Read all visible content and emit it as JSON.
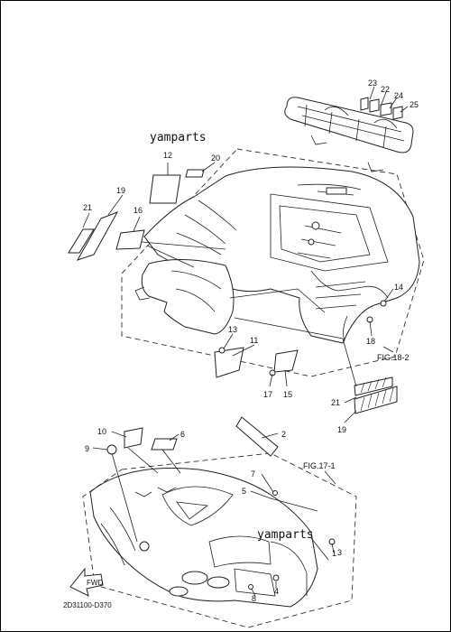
{
  "watermarks": [
    "yamparts",
    "yamparts"
  ],
  "diagram_code": "2D31100-D370",
  "fig_refs": [
    "FIG.18-2",
    "FIG.17-1"
  ],
  "fwd_label": "FWD",
  "callouts": [
    "1",
    "2",
    "3",
    "4",
    "5",
    "6",
    "7",
    "8",
    "9",
    "10",
    "11",
    "12",
    "13",
    "14",
    "15",
    "16",
    "17",
    "18",
    "19",
    "20",
    "21",
    "22",
    "23",
    "24",
    "25",
    "19",
    "21"
  ]
}
